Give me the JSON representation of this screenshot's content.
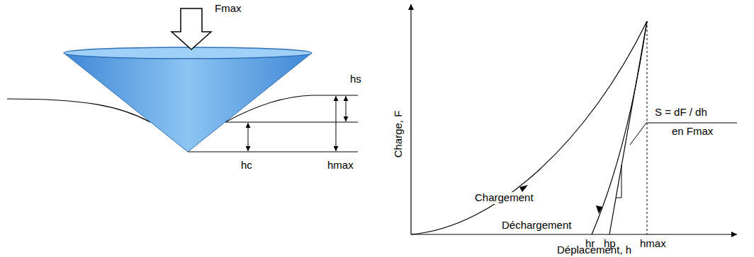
{
  "diagram": {
    "labels": [
      "Fmax",
      "hs",
      "hc",
      "hmax",
      "Charge, F",
      "Chargement",
      "Déchargement",
      "S = dF / dh",
      "en Fmax",
      "hr",
      "hp",
      "hmax",
      "Déplacement, h"
    ]
  }
}
